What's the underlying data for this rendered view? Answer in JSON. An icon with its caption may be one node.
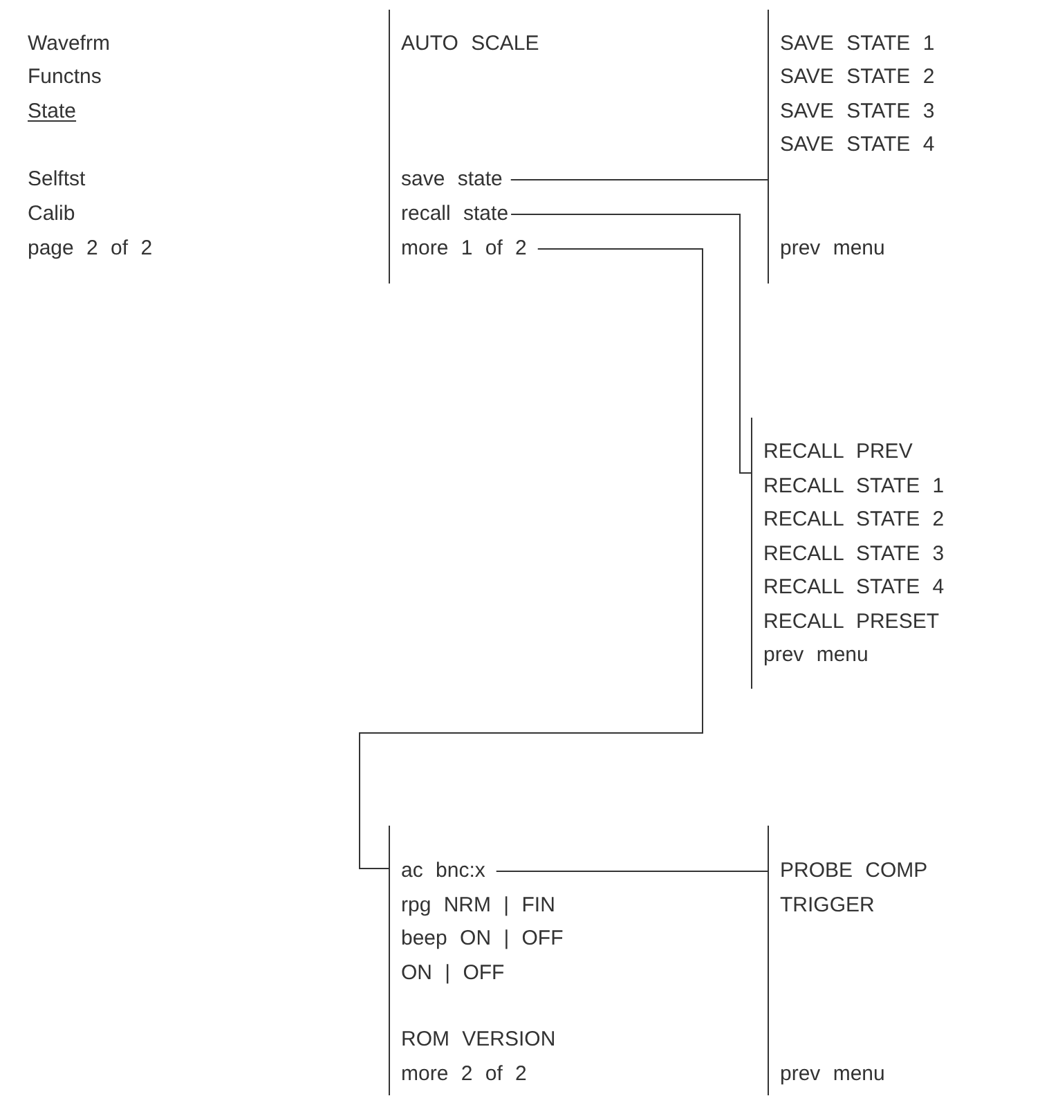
{
  "diagram": {
    "nodes": [
      {
        "text": [],
        "shape": "bar"
      },
      {
        "text": [
          "AUTO SCALE"
        ],
        "in": 0
      },
      {
        "text": [
          "save state"
        ],
        "in": 0
      },
      {
        "text": [
          "recall state"
        ],
        "in": 0
      },
      {
        "text": [
          "more 1 of 2"
        ],
        "in": 0
      },
      {
        "text": [],
        "shape": "bar"
      },
      {
        "text": [
          "SAVE STATE 1"
        ],
        "in": 5
      },
      {
        "text": [
          "SAVE STATE 2"
        ],
        "in": 5
      },
      {
        "text": [
          "SAVE STATE 3"
        ],
        "in": 5
      },
      {
        "text": [
          "SAVE STATE 4"
        ],
        "in": 5
      },
      {
        "text": [
          "prev menu"
        ],
        "in": 5
      },
      {
        "text": [],
        "shape": "bar"
      },
      {
        "text": [
          "RECALL PREV"
        ],
        "in": 11
      },
      {
        "text": [
          "RECALL STATE 1"
        ],
        "in": 11
      },
      {
        "text": [
          "RECALL STATE 2"
        ],
        "in": 11
      },
      {
        "text": [
          "RECALL STATE 3"
        ],
        "in": 11
      },
      {
        "text": [
          "RECALL STATE 4"
        ],
        "in": 11
      },
      {
        "text": [
          "RECALL PRESET"
        ],
        "in": 11
      },
      {
        "text": [
          "prev menu"
        ],
        "in": 11
      },
      {
        "text": [],
        "shape": "bar"
      },
      {
        "text": [
          "ac bnc:x"
        ],
        "in": 19
      },
      {
        "text": [
          "rpg NRM | FIN"
        ],
        "in": 19
      },
      {
        "text": [
          "beep ON | OFF"
        ],
        "in": 19
      },
      {
        "text": [
          "ON | OFF"
        ],
        "in": 19
      },
      {
        "text": [
          "ROM VERSION"
        ],
        "in": 19
      },
      {
        "text": [
          "more 2 of 2"
        ],
        "in": 19
      },
      {
        "text": [],
        "shape": "bar"
      },
      {
        "text": [
          "PROBE COMP"
        ],
        "in": 26
      },
      {
        "text": [
          "TRIGGER"
        ],
        "in": 26
      },
      {
        "text": [
          "prev menu"
        ],
        "in": 26
      }
    ],
    "edges": [
      {
        "from": 2,
        "to": 5,
        "arrow": "none"
      },
      {
        "from": 3,
        "to": 11,
        "arrow": "none"
      },
      {
        "from": 4,
        "to": 19,
        "arrow": "none"
      },
      {
        "from": 20,
        "to": 26,
        "arrow": "none"
      }
    ],
    "labels": [
      "Wavefrm",
      "Functns",
      "State",
      "Selftst",
      "Calib",
      "page 2 of 2"
    ]
  }
}
